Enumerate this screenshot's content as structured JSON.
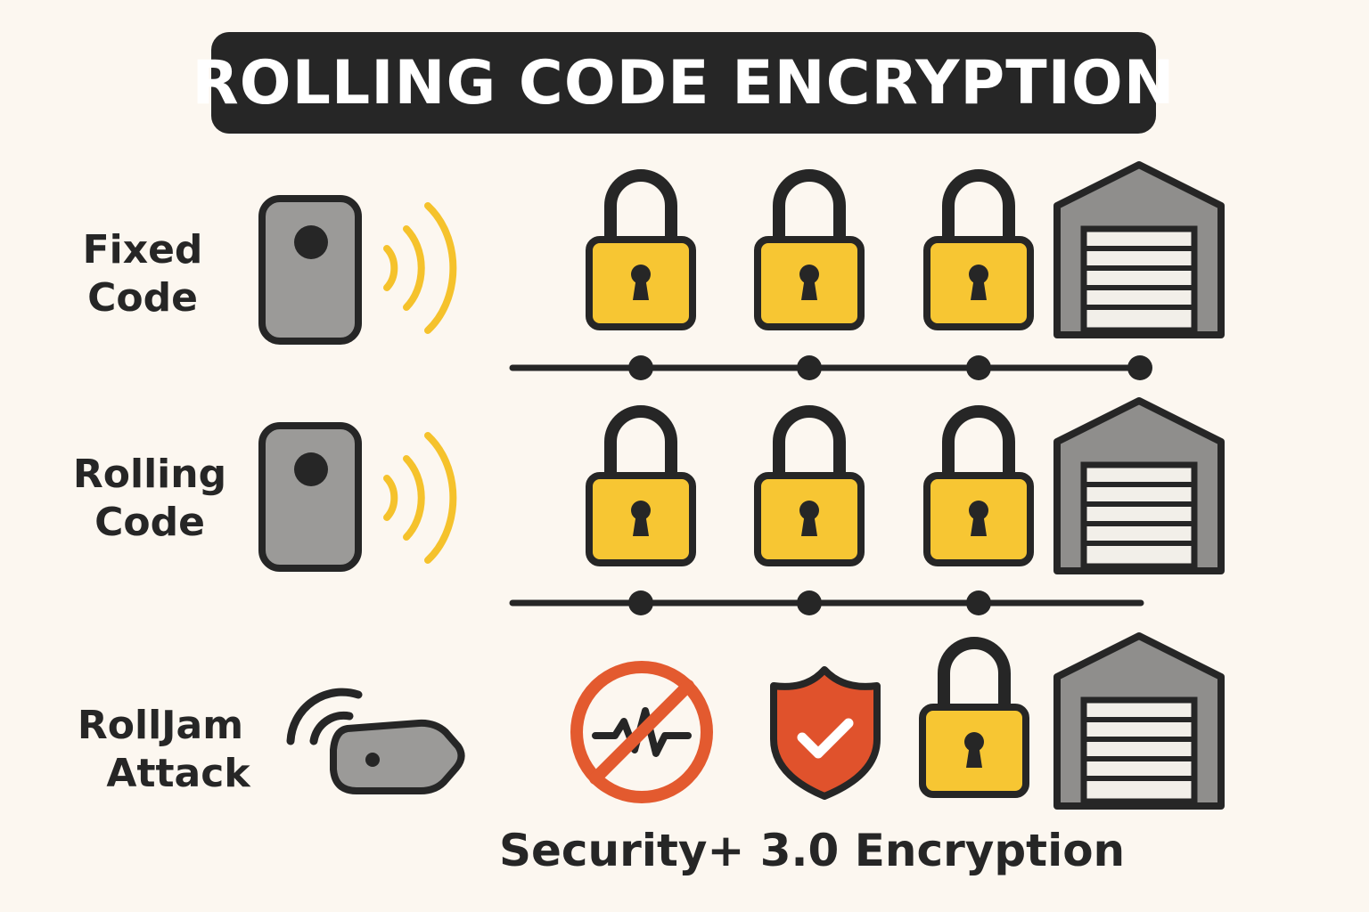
{
  "title": "ROLLING CODE ENCRYPTION",
  "rows": [
    {
      "line1": "Fixed",
      "line2": "Code"
    },
    {
      "line1": "Rolling",
      "line2": "Code"
    },
    {
      "line1": "RollJam",
      "line2": "Attack"
    }
  ],
  "footer": "Security+ 3.0 Encryption",
  "colors": {
    "dark": "#262626",
    "lock_yellow": "#f7c633",
    "wave_yellow": "#f5c22c",
    "remote_gray": "#9b9a98",
    "garage_gray": "#8f8e8c",
    "garage_door": "#f2efe9",
    "shield_red": "#e0522c",
    "no_sign_red": "#e35a2f",
    "background": "#fcf7f0"
  },
  "icons": {
    "remote": "remote-control-icon",
    "signal": "signal-waves-icon",
    "lock": "padlock-icon",
    "garage": "garage-icon",
    "jammer": "jammer-device-icon",
    "no_signal": "no-signal-icon",
    "shield": "shield-check-icon"
  }
}
